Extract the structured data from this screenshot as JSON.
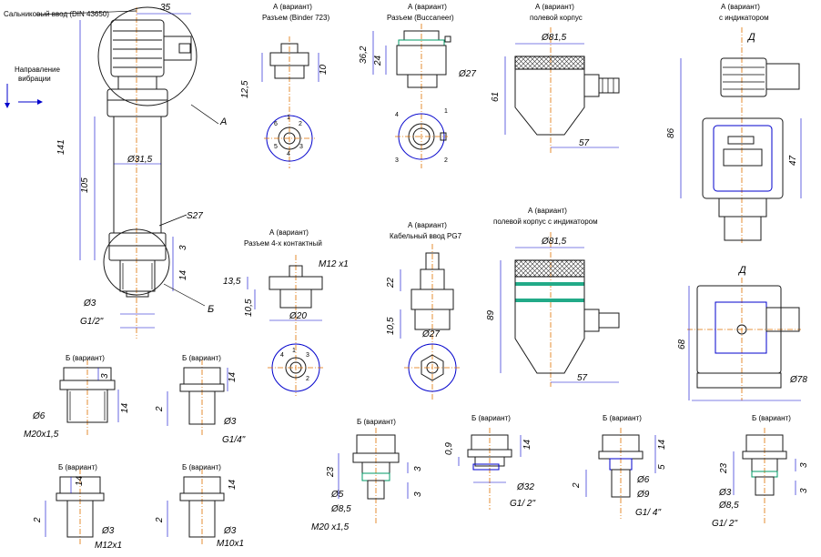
{
  "main": {
    "gland_label": "Сальниковый ввод (DIN 43650)",
    "vibration_label_1": "Направление",
    "vibration_label_2": "вибрации",
    "dim_35": "35",
    "dim_141": "141",
    "dim_105": "105",
    "dim_d": "Ø31,5",
    "dim_s27": "S27",
    "dim_3": "3",
    "dim_14": "14",
    "dim_d3": "Ø3",
    "thread": "G1/2\"",
    "callout_a": "А",
    "callout_b": "Б"
  },
  "views": {
    "binder": {
      "title": "А (вариант)",
      "subtitle": "Разъем (Binder 723)",
      "dim_12_5": "12,5",
      "dim_10": "10",
      "pins": [
        "1",
        "2",
        "3",
        "4",
        "5",
        "6"
      ]
    },
    "bucconeer": {
      "title": "А (вариант)",
      "subtitle": "Разъем (Buccaneer)",
      "dim_36_2": "36,2",
      "dim_24": "24",
      "dim_d": "Ø27",
      "pins": [
        "1",
        "2",
        "3",
        "4"
      ]
    },
    "field": {
      "title": "А (вариант)",
      "subtitle": "полевой корпус",
      "dim_d": "Ø81,5",
      "dim_61": "61",
      "dim_57": "57"
    },
    "indicator": {
      "title": "А (вариант)",
      "subtitle": "с индикатором",
      "dim_86": "86",
      "dim_47": "47",
      "view_d": "Д"
    },
    "four_pin": {
      "title": "А (вариант)",
      "subtitle": "Разъем 4-х контактный",
      "dim_m12": "M12 x1",
      "dim_13_5": "13,5",
      "dim_10_5": "10,5",
      "dim_d": "Ø20",
      "pins": [
        "1",
        "2",
        "3",
        "4"
      ]
    },
    "pg7": {
      "title": "А (вариант)",
      "subtitle": "Кабельный ввод PG7",
      "dim_22": "22",
      "dim_10_5": "10,5",
      "dim_d": "Ø27"
    },
    "field_ind": {
      "title": "А (вариант)",
      "subtitle": "полевой корпус с индикатором",
      "dim_d": "Ø81,5",
      "dim_89": "89",
      "dim_57": "57"
    },
    "view_d": {
      "title": "Д",
      "dim_68": "68",
      "dim_d": "Ø78"
    }
  },
  "b_variants": [
    {
      "title": "Б (вариант)",
      "thread": "M20x1,5",
      "dim_a": "3",
      "dim_b": "14",
      "dim_d": "Ø6"
    },
    {
      "title": "Б (вариант)",
      "thread": "G1/4\"",
      "dim_a": "14",
      "dim_b": "2",
      "dim_d": "Ø3"
    },
    {
      "title": "Б (вариант)",
      "thread": "M12x1",
      "dim_a": "14",
      "dim_b": "2",
      "dim_d": "Ø3"
    },
    {
      "title": "Б (вариант)",
      "thread": "M10x1",
      "dim_a": "14",
      "dim_b": "2",
      "dim_d": "Ø3"
    },
    {
      "title": "Б (вариант)",
      "thread": "M20 x1,5",
      "dim_a": "23",
      "dim_b": "3",
      "dim_c": "3",
      "dim_d": "Ø5",
      "dim_e": "Ø8,5"
    },
    {
      "title": "Б (вариант)",
      "thread": "G1/ 2\"",
      "dim_a": "14",
      "dim_b": "0,9",
      "dim_d": "Ø32"
    },
    {
      "title": "Б (вариант)",
      "thread": "G1/ 4\"",
      "dim_a": "14",
      "dim_b": "5",
      "dim_c": "2",
      "dim_d": "Ø6",
      "dim_e": "Ø9"
    },
    {
      "title": "Б (вариант)",
      "thread": "G1/ 2\"",
      "dim_a": "23",
      "dim_b": "3",
      "dim_c": "3",
      "dim_d": "Ø3",
      "dim_e": "Ø8,5"
    }
  ]
}
